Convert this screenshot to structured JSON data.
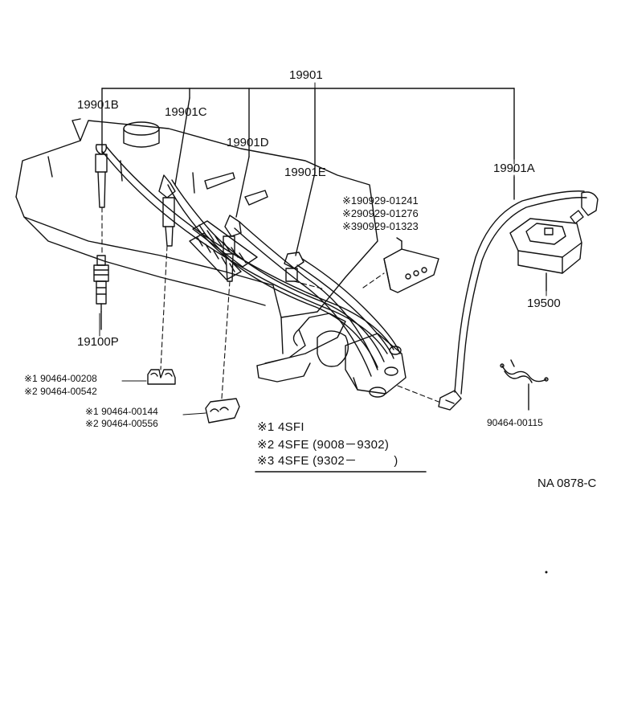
{
  "colors": {
    "ink": "#111111",
    "paper": "#ffffff"
  },
  "labels": {
    "assembly": "19901",
    "cord_b": "19901B",
    "cord_c": "19901C",
    "cord_d": "19901D",
    "cord_e": "19901E",
    "cord_a": "19901A",
    "coil": "19500",
    "spark_plug": "19100P",
    "clamp_wire": "90464-00115",
    "catalog_code": "NA 0878-C"
  },
  "clamp_upper": [
    {
      "mark": "※1",
      "part": "90929-01241"
    },
    {
      "mark": "※2",
      "part": "90929-01276"
    },
    {
      "mark": "※3",
      "part": "90929-01323"
    }
  ],
  "clamp_left": [
    {
      "mark": "※1",
      "part": "90464-00208"
    },
    {
      "mark": "※2",
      "part": "90464-00542"
    }
  ],
  "clamp_mid": [
    {
      "mark": "※1",
      "part": "90464-00144"
    },
    {
      "mark": "※2",
      "part": "90464-00556"
    }
  ],
  "legend": [
    {
      "mark": "※1",
      "text": "4SFI"
    },
    {
      "mark": "※2",
      "text": "4SFE (9008－9302)"
    },
    {
      "mark": "※3",
      "text": "4SFE (9302－　　　)"
    }
  ]
}
